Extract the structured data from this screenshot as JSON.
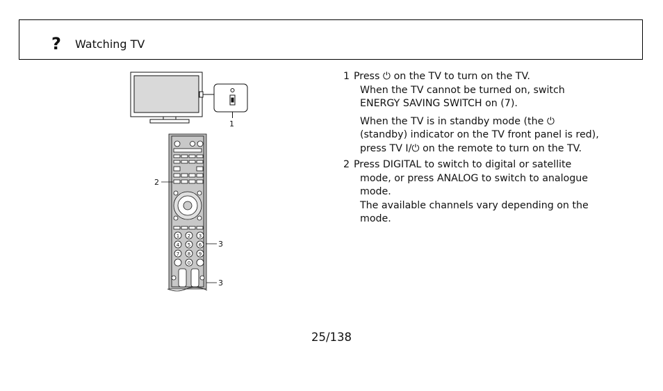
{
  "header": {
    "icon": "help-question-icon",
    "title": "Watching TV"
  },
  "figure": {
    "callout_1": "1",
    "callout_2": "2",
    "callout_3a": "3",
    "callout_3b": "3",
    "remote_keys_numeric": [
      "1",
      "2",
      "3",
      "4",
      "5",
      "6",
      "7",
      "8",
      "9",
      "0"
    ]
  },
  "steps": [
    {
      "number": "1",
      "lines": [
        "Press ⏻ on the TV to turn on the TV.",
        "When the TV cannot be turned on, switch",
        "ENERGY SAVING SWITCH on (7)."
      ],
      "note": [
        "When the TV is in standby mode (the ⏻",
        "(standby) indicator on the TV front panel is red),",
        "press TV I/⏻ on the remote to turn on the TV."
      ]
    },
    {
      "number": "2",
      "lines": [
        "Press DIGITAL to switch to digital or satellite",
        "mode, or press ANALOG to switch to analogue",
        "mode.",
        "The available channels vary depending on the",
        "mode."
      ]
    }
  ],
  "page_number": "25/138"
}
